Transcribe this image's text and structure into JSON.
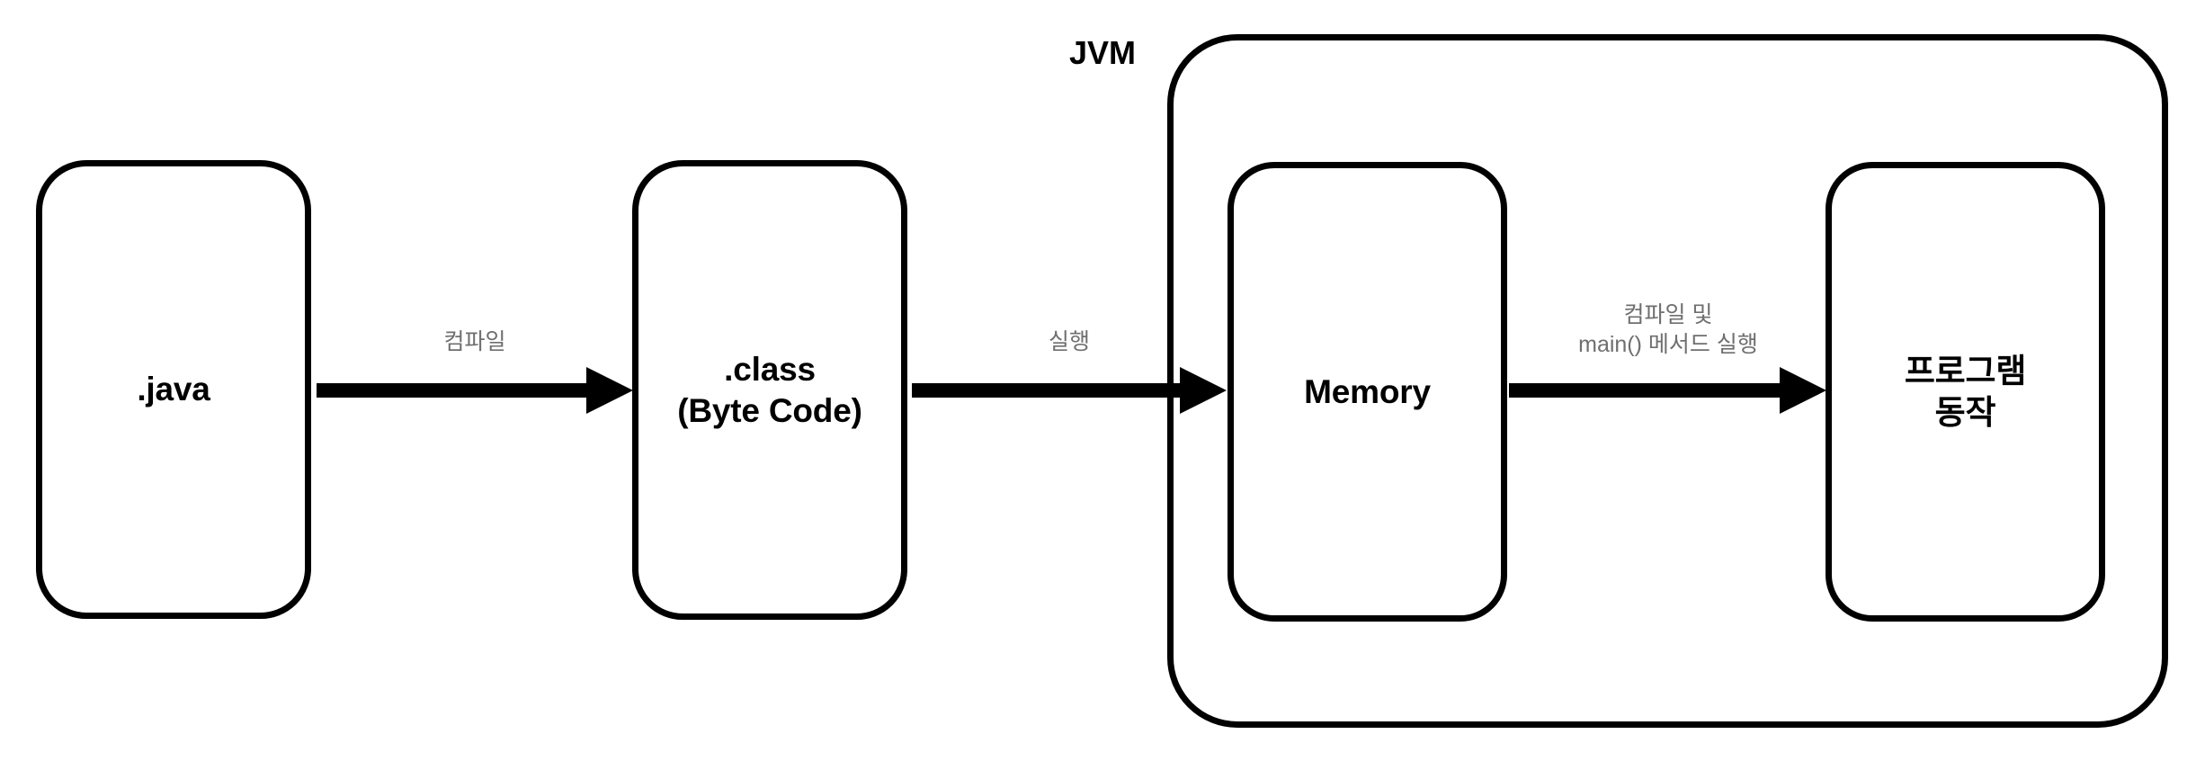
{
  "diagram": {
    "title_visible": false,
    "background_color": "#ffffff",
    "stroke_color": "#000000",
    "label_color": "#6f6f6f",
    "nodes": [
      {
        "id": "java",
        "label": ".java"
      },
      {
        "id": "class",
        "label": ".class\n(Byte Code)"
      },
      {
        "id": "jvm",
        "label": "JVM"
      },
      {
        "id": "memory",
        "label": "Memory"
      },
      {
        "id": "program",
        "label": "프로그램\n동작"
      }
    ],
    "edges": [
      {
        "id": "compile",
        "label": "컴파일",
        "from": "java",
        "to": "class"
      },
      {
        "id": "run",
        "label": "실행",
        "from": "class",
        "to": "memory"
      },
      {
        "id": "mainexec",
        "label": "컴파일 및\nmain() 메서드 실행",
        "from": "memory",
        "to": "program"
      }
    ]
  }
}
